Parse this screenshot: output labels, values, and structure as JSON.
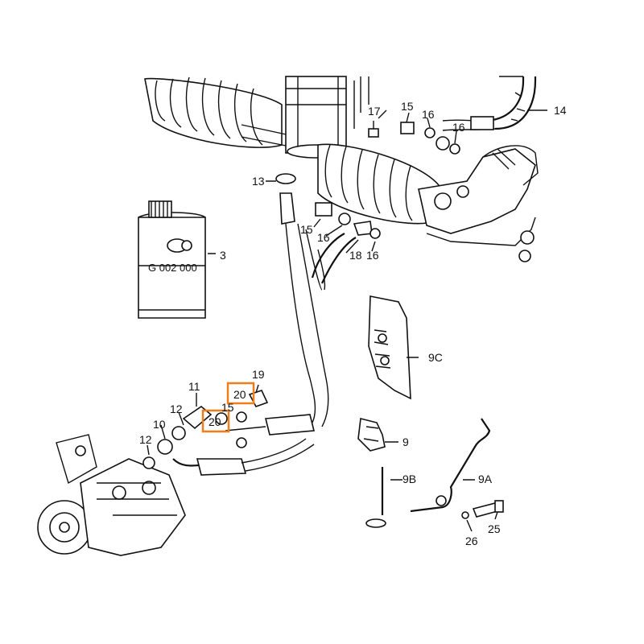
{
  "diagram": {
    "callouts": {
      "c3": "3",
      "c9": "9",
      "c9A": "9A",
      "c9B": "9B",
      "c9C": "9C",
      "c10": "10",
      "c11": "11",
      "c12a": "12",
      "c12b": "12",
      "c13": "13",
      "c14": "14",
      "c15a": "15",
      "c15b": "15",
      "c15c": "15",
      "c16a": "16",
      "c16b": "16",
      "c16c": "16",
      "c16d": "16",
      "c17": "17",
      "c18": "18",
      "c19": "19",
      "c20a": "20",
      "c20b": "20",
      "c25": "25",
      "c26": "26"
    },
    "can_code": "G 002 000",
    "highlight_color": "#f07d1a"
  }
}
